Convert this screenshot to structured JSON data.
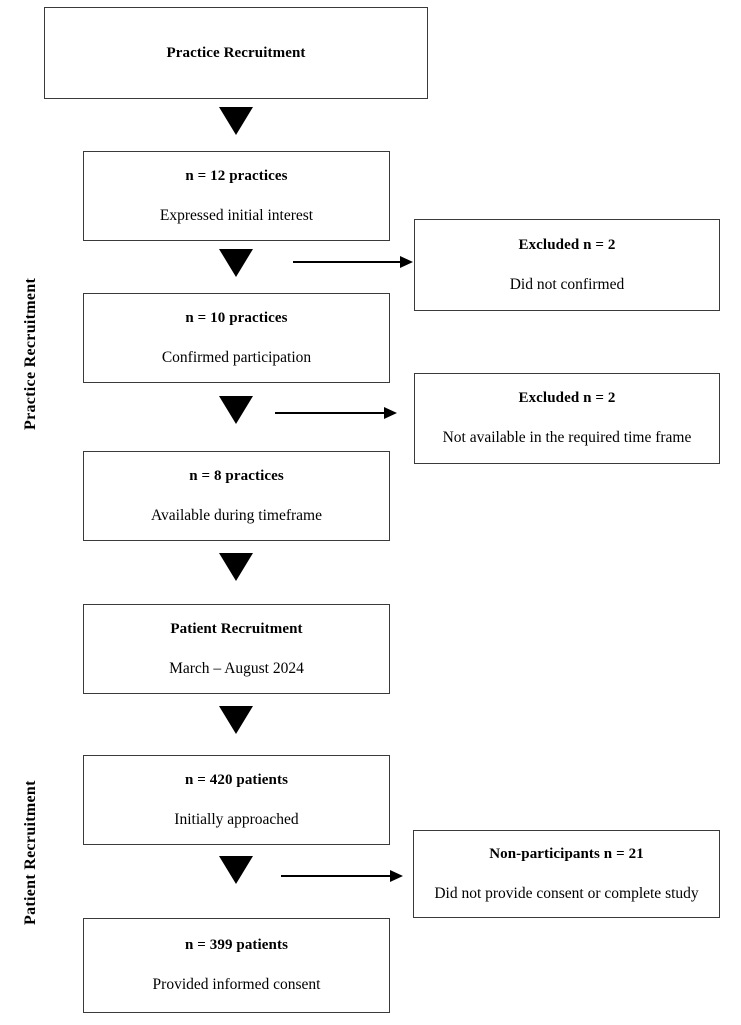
{
  "figure": {
    "kind": "flow-diagram",
    "title_text": "Practice Recruitment",
    "background": "#ffffff",
    "stroke": "#3a3a3a",
    "arrow_color": "#000000"
  },
  "side_labels": [
    {
      "id": "practice-recruitment",
      "text": "Practice Recruitment"
    },
    {
      "id": "patient-recruitment",
      "text": "Patient Recruitment"
    }
  ],
  "main_nodes": [
    {
      "id": "practice-recruitment-header",
      "heading": "Practice Recruitment",
      "detail": ""
    },
    {
      "id": "expressed-interest",
      "heading": "n = 12 practices",
      "detail": "Expressed initial interest"
    },
    {
      "id": "confirmed-participation",
      "heading": "n = 10 practices",
      "detail": "Confirmed participation"
    },
    {
      "id": "available-timeframe",
      "heading": "n = 8 practices",
      "detail": "Available during timeframe"
    },
    {
      "id": "patient-recruitment-header",
      "heading": "Patient Recruitment",
      "detail": "March – August 2024"
    },
    {
      "id": "initially-approached",
      "heading": "n = 420 patients",
      "detail": "Initially approached"
    },
    {
      "id": "provided-consent",
      "heading": "n = 399 patients",
      "detail": "Provided informed consent"
    }
  ],
  "exclusion_nodes": [
    {
      "id": "excluded-not-confirmed",
      "heading": "Excluded n = 2",
      "detail": "Did not confirmed"
    },
    {
      "id": "excluded-no-timeframe",
      "heading": "Excluded n = 2",
      "detail": "Not available in the required time frame"
    },
    {
      "id": "non-participants",
      "heading": "Non-participants n = 21",
      "detail": "Did not provide consent or complete study"
    }
  ],
  "counts": {
    "practices_interested": 12,
    "practices_confirmed": 10,
    "practices_available": 8,
    "patients_approached": 420,
    "patients_consented": 399,
    "excluded_not_confirmed": 2,
    "excluded_no_timeframe": 2,
    "non_participants": 21
  },
  "icons": {
    "flow-down": "triangle-down-icon",
    "flow-right": "arrow-right-icon"
  }
}
